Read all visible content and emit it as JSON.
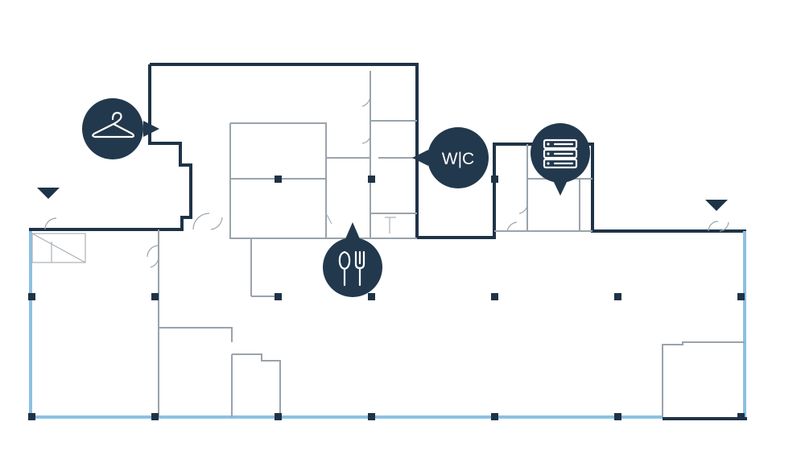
{
  "floor_plan": {
    "markers": [
      {
        "id": "wardrobe",
        "icon": "coat-hanger-icon",
        "label": ""
      },
      {
        "id": "restroom",
        "icon": "wc-text-icon",
        "label": "W|C"
      },
      {
        "id": "server",
        "icon": "server-rack-icon",
        "label": ""
      },
      {
        "id": "kitchen",
        "icon": "fork-knife-icon",
        "label": ""
      }
    ],
    "entrances": [
      "entrance-arrow-west",
      "entrance-arrow-east"
    ],
    "colors": {
      "wall": "#1f3347",
      "interior_wall": "#9aa3ab",
      "window": "#8cc0e3",
      "marker": "#22384d"
    }
  }
}
